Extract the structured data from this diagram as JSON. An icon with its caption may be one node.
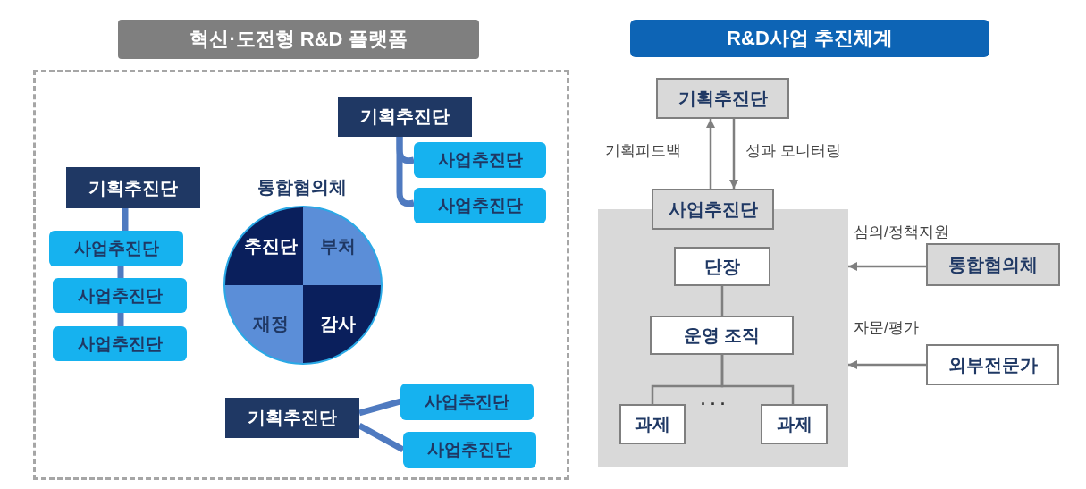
{
  "diagram": {
    "nodes": [
      {
        "text": [
          "혁신·도전형 R&D 플랫폼"
        ]
      },
      {
        "text": [
          "R&D사업 추진체계"
        ]
      },
      {
        "text": [],
        "shape": "box"
      },
      {
        "text": [
          "기획추진단"
        ],
        "in": 2
      },
      {
        "text": [
          "사업추진단"
        ],
        "in": 2
      },
      {
        "text": [
          "사업추진단"
        ],
        "in": 2
      },
      {
        "text": [
          "사업추진단"
        ],
        "in": 2
      },
      {
        "text": [
          "통합협의체"
        ],
        "in": 2
      },
      {
        "text": [
          "추진단"
        ],
        "in": 7
      },
      {
        "text": [
          "부처"
        ],
        "in": 7
      },
      {
        "text": [
          "재정"
        ],
        "in": 7
      },
      {
        "text": [
          "감사"
        ],
        "in": 7
      },
      {
        "text": [
          "기획추진단"
        ],
        "in": 2
      },
      {
        "text": [
          "사업추진단"
        ],
        "in": 2
      },
      {
        "text": [
          "사업추진단"
        ],
        "in": 2
      },
      {
        "text": [
          "기획추진단"
        ],
        "in": 2
      },
      {
        "text": [
          "사업추진단"
        ],
        "in": 2
      },
      {
        "text": [
          "사업추진단"
        ],
        "in": 2
      },
      {
        "text": [
          "기획추진단"
        ]
      },
      {
        "text": [],
        "shape": "box"
      },
      {
        "text": [
          "사업추진단"
        ]
      },
      {
        "text": [
          "단장"
        ],
        "in": 19
      },
      {
        "text": [
          "운영 조직"
        ],
        "in": 19
      },
      {
        "text": [
          "과제"
        ],
        "in": 19
      },
      {
        "text": [
          "과제"
        ],
        "in": 19
      },
      {
        "text": [
          "통합협의체"
        ]
      },
      {
        "text": [
          "외부전문가"
        ]
      }
    ],
    "edges": [
      {
        "from": 3,
        "to": 4,
        "arrow": "none",
        "style": "thick",
        "color": "#4f7ac0"
      },
      {
        "from": 4,
        "to": 5,
        "arrow": "none",
        "style": "thick",
        "color": "#4f7ac0"
      },
      {
        "from": 5,
        "to": 6,
        "arrow": "none",
        "style": "thick",
        "color": "#4f7ac0"
      },
      {
        "from": 12,
        "to": 13,
        "arrow": "none",
        "style": "thick",
        "color": "#4f7ac0"
      },
      {
        "from": 12,
        "to": 14,
        "arrow": "none",
        "style": "thick",
        "color": "#4f7ac0"
      },
      {
        "from": 15,
        "to": 16,
        "arrow": "none",
        "style": "thick",
        "color": "#4f7ac0"
      },
      {
        "from": 15,
        "to": 17,
        "arrow": "none",
        "style": "thick",
        "color": "#4f7ac0"
      },
      {
        "from": 20,
        "to": 18,
        "arrow": "to",
        "label": "기획피드백"
      },
      {
        "from": 18,
        "to": 20,
        "arrow": "to",
        "label": "성과 모니터링"
      },
      {
        "from": 21,
        "to": 22,
        "arrow": "none"
      },
      {
        "from": 22,
        "to": 23,
        "arrow": "none"
      },
      {
        "from": 22,
        "to": 24,
        "arrow": "none"
      },
      {
        "from": 25,
        "to": 19,
        "arrow": "to",
        "label": "심의/정책지원"
      },
      {
        "from": 26,
        "to": 19,
        "arrow": "to",
        "label": "자문/평가"
      }
    ],
    "labels": [
      "· · ·"
    ]
  }
}
